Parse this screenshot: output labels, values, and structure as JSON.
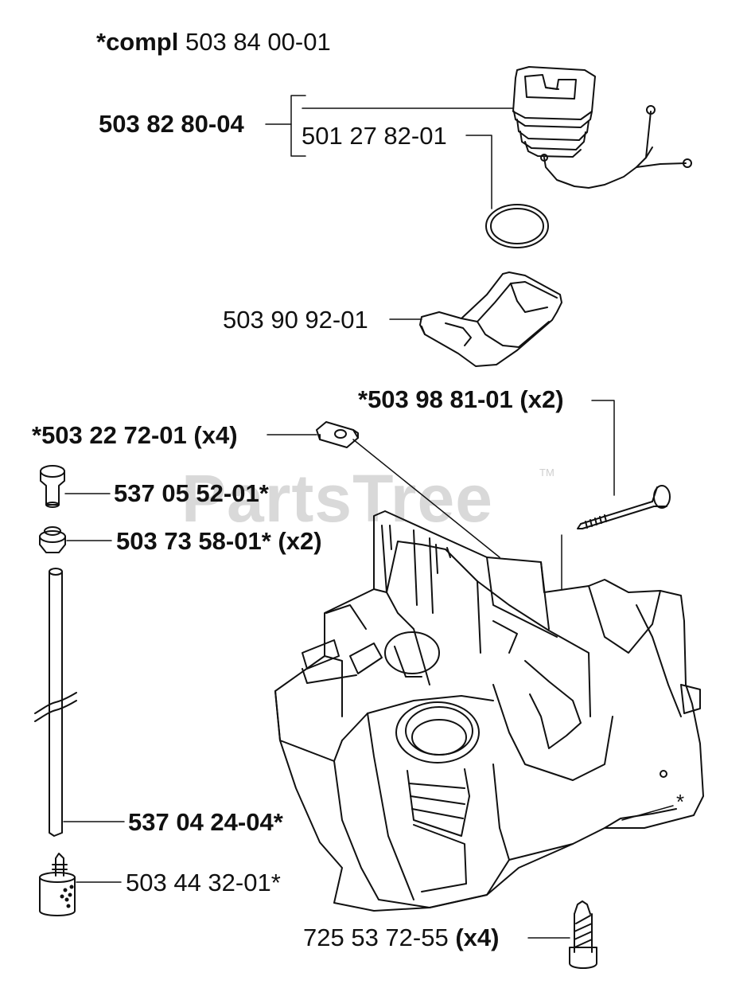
{
  "watermark": {
    "text": "PartsTree",
    "tm": "TM"
  },
  "labels": {
    "compl_prefix": "*compl",
    "compl_number": "503 84 00-01",
    "fuel_cap": "503 82 80-04",
    "o_ring": "501 27 82-01",
    "cap_holder": "503 90 92-01",
    "bolt": "*503 98 81-01 (x2)",
    "clip": "*503 22 72-01 (x4)",
    "sleeve": "537 05 52-01*",
    "grommet": "503 73 58-01* (x2)",
    "fuel_hose": "537 04 24-04*",
    "fuel_filter": "503 44 32-01*",
    "tank_star": "*",
    "screw_number": "725 53 72-55",
    "screw_qty": "(x4)"
  }
}
